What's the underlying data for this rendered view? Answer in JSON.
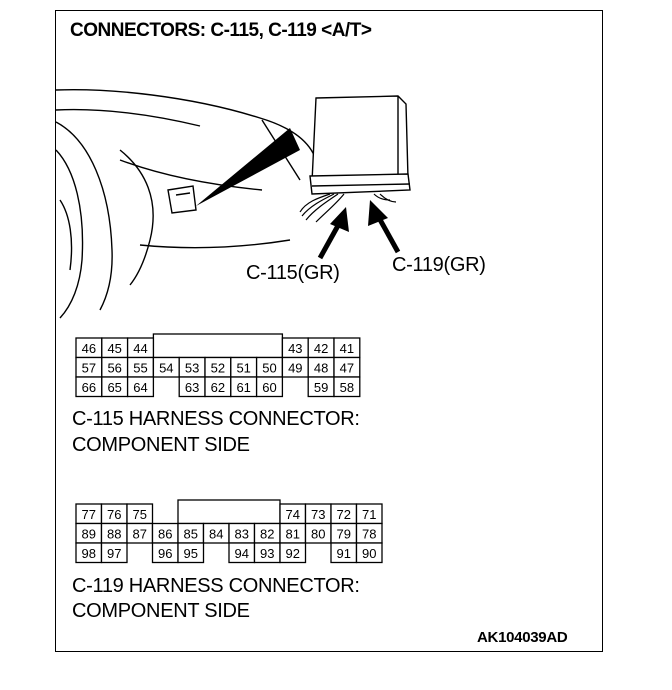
{
  "title": "CONNECTORS: C-115, C-119 <A/T>",
  "arrow_labels": {
    "c115": "C-115(GR)",
    "c119": "C-119(GR)"
  },
  "connector_c115": {
    "caption_line1": "C-115 HARNESS CONNECTOR:",
    "caption_line2": "COMPONENT SIDE",
    "rows": [
      [
        "46",
        "45",
        "44",
        "",
        "",
        "",
        "",
        "",
        "43",
        "42",
        "41"
      ],
      [
        "57",
        "56",
        "55",
        "54",
        "53",
        "52",
        "51",
        "50",
        "49",
        "48",
        "47"
      ],
      [
        "66",
        "65",
        "64",
        "",
        "63",
        "62",
        "61",
        "60",
        "",
        "59",
        "58"
      ]
    ]
  },
  "connector_c119": {
    "caption_line1": "C-119 HARNESS CONNECTOR:",
    "caption_line2": "COMPONENT SIDE",
    "rows": [
      [
        "77",
        "76",
        "75",
        "",
        "",
        "",
        "",
        "",
        "74",
        "73",
        "72",
        "71"
      ],
      [
        "89",
        "88",
        "87",
        "86",
        "85",
        "84",
        "83",
        "82",
        "81",
        "80",
        "79",
        "78"
      ],
      [
        "98",
        "97",
        "",
        "96",
        "95",
        "",
        "94",
        "93",
        "92",
        "",
        "91",
        "90"
      ]
    ]
  },
  "figure_id": "AK104039AD"
}
